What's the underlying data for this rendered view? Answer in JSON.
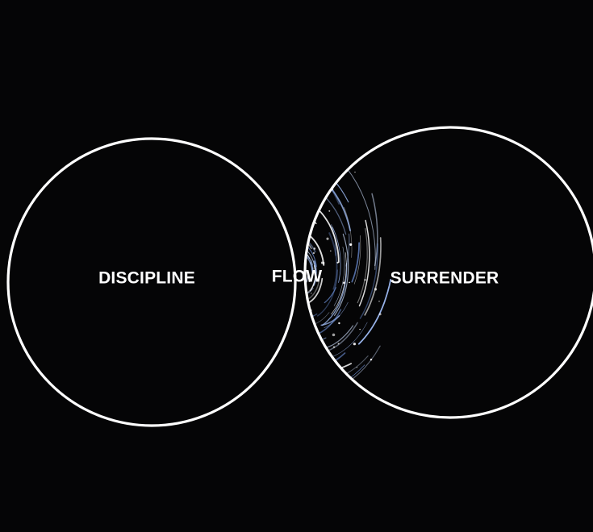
{
  "diagram": {
    "type": "venn",
    "sets": [
      {
        "label": "DISCIPLINE"
      },
      {
        "label": "SURRENDER"
      }
    ],
    "intersection": {
      "label": "FLOW",
      "fill": "swirling-starfield"
    }
  },
  "colors": {
    "background": "#050506",
    "outline": "#ffffff",
    "text": "#ffffff",
    "swirl_dark": "#0a1430",
    "swirl_mid": "#1e3a78",
    "swirl_light": "#cfe0ff"
  }
}
